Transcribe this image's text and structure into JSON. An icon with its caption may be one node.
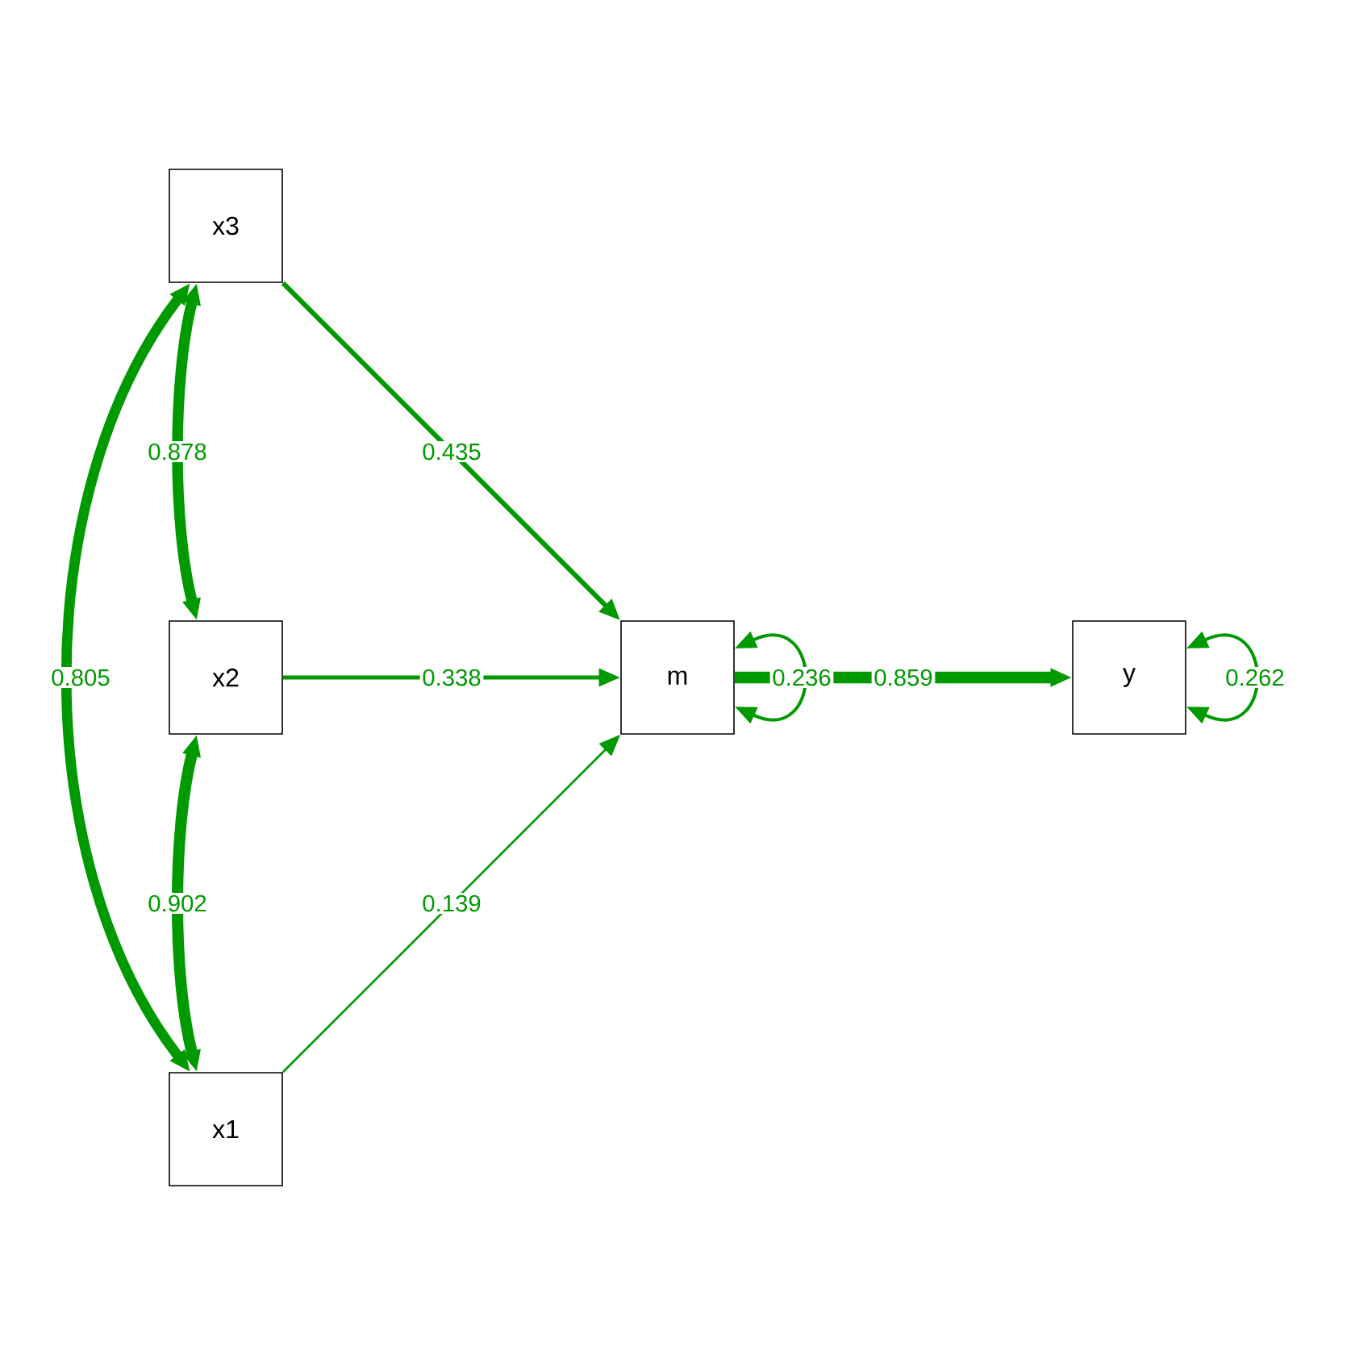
{
  "diagram": {
    "nodes": [
      {
        "text": [
          "x3"
        ]
      },
      {
        "text": [
          "x2"
        ]
      },
      {
        "text": [
          "x1"
        ]
      },
      {
        "text": [
          "m"
        ]
      },
      {
        "text": [
          "y"
        ]
      }
    ],
    "edges": [
      {
        "from": 0,
        "to": 3,
        "arrow": "to",
        "label": "0.435"
      },
      {
        "from": 1,
        "to": 3,
        "arrow": "to",
        "label": "0.338"
      },
      {
        "from": 2,
        "to": 3,
        "arrow": "to",
        "label": "0.139"
      },
      {
        "from": 3,
        "to": 4,
        "arrow": "to",
        "label": "0.859",
        "style": "thick"
      },
      {
        "from": 0,
        "to": 1,
        "arrow": "both",
        "label": "0.878",
        "style": "thick"
      },
      {
        "from": 1,
        "to": 2,
        "arrow": "both",
        "label": "0.902",
        "style": "thick"
      },
      {
        "from": 0,
        "to": 2,
        "arrow": "both",
        "label": "0.805",
        "style": "thick"
      },
      {
        "from": 3,
        "to": 3,
        "arrow": "both",
        "label": "0.236"
      },
      {
        "from": 4,
        "to": 4,
        "arrow": "both",
        "label": "0.262"
      }
    ]
  }
}
